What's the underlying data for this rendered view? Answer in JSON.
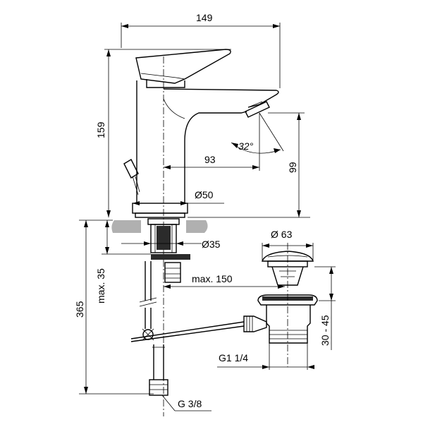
{
  "dimensions": {
    "total_width": "149",
    "total_height": "159",
    "spout_reach": "93",
    "spout_height": "99",
    "spout_angle": "32°",
    "base_diameter": "Ø50",
    "hole_diameter": "Ø35",
    "deck_thickness": "max. 35",
    "supply_length": "365",
    "rod_length": "max. 150",
    "waste_diameter": "Ø 63",
    "waste_adjust": "30 - 45",
    "waste_thread": "G1 1/4",
    "supply_thread": "G 3/8"
  }
}
